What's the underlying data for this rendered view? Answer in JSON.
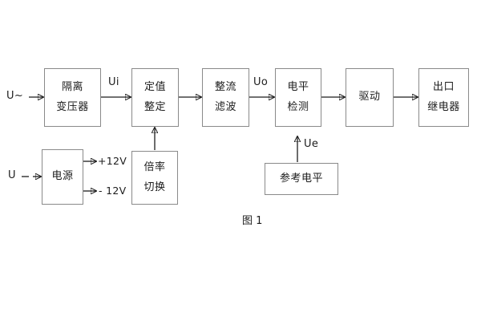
{
  "figure": {
    "caption": "图 1",
    "colors": {
      "box_border": "#8a8a8a",
      "line": "#1c1c1c",
      "text": "#1c1c1c",
      "background": "#ffffff"
    }
  },
  "blocks": {
    "isolation_transformer": {
      "line1": "隔离",
      "line2": "变压器"
    },
    "setting_value": {
      "line1": "定值",
      "line2": "整定"
    },
    "rectify_filter": {
      "line1": "整流",
      "line2": "滤波"
    },
    "level_detect": {
      "line1": "电平",
      "line2": "检测"
    },
    "drive": {
      "line1": "驱动",
      "line2": ""
    },
    "output_relay": {
      "line1": "出口",
      "line2": "继电器"
    },
    "power_supply": {
      "line1": "电源",
      "line2": ""
    },
    "multiplier_switch": {
      "line1": "倍率",
      "line2": "切换"
    },
    "reference_level": {
      "line1": "参考电平",
      "line2": ""
    }
  },
  "signals": {
    "input_ac": "U~",
    "input_dc": "U",
    "ui": "Ui",
    "uo": "Uo",
    "ue": "Ue",
    "rail_positive": "+12V",
    "rail_negative": "- 12V"
  }
}
